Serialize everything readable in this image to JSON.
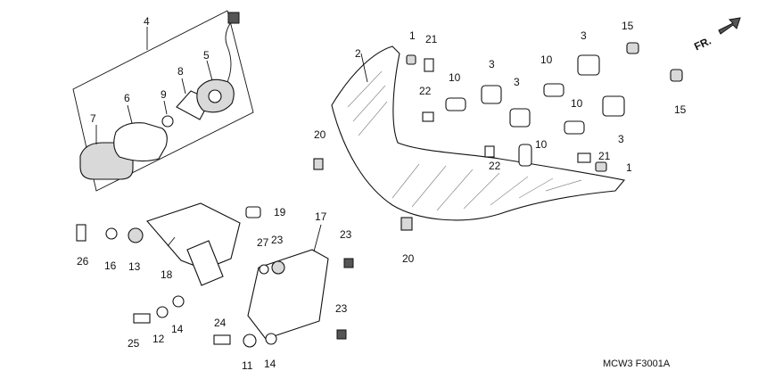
{
  "diagram": {
    "code": "MCW3 F3001A",
    "direction_label": "FR.",
    "callouts": [
      {
        "id": "c1a",
        "text": "1"
      },
      {
        "id": "c1b",
        "text": "1"
      },
      {
        "id": "c2",
        "text": "2"
      },
      {
        "id": "c3a",
        "text": "3"
      },
      {
        "id": "c3b",
        "text": "3"
      },
      {
        "id": "c3c",
        "text": "3"
      },
      {
        "id": "c3d",
        "text": "3"
      },
      {
        "id": "c4",
        "text": "4"
      },
      {
        "id": "c5",
        "text": "5"
      },
      {
        "id": "c6",
        "text": "6"
      },
      {
        "id": "c7",
        "text": "7"
      },
      {
        "id": "c8",
        "text": "8"
      },
      {
        "id": "c9",
        "text": "9"
      },
      {
        "id": "c10a",
        "text": "10"
      },
      {
        "id": "c10b",
        "text": "10"
      },
      {
        "id": "c10c",
        "text": "10"
      },
      {
        "id": "c10d",
        "text": "10"
      },
      {
        "id": "c11",
        "text": "11"
      },
      {
        "id": "c12",
        "text": "12"
      },
      {
        "id": "c13",
        "text": "13"
      },
      {
        "id": "c14a",
        "text": "14"
      },
      {
        "id": "c14b",
        "text": "14"
      },
      {
        "id": "c15a",
        "text": "15"
      },
      {
        "id": "c15b",
        "text": "15"
      },
      {
        "id": "c16",
        "text": "16"
      },
      {
        "id": "c17",
        "text": "17"
      },
      {
        "id": "c18",
        "text": "18"
      },
      {
        "id": "c19",
        "text": "19"
      },
      {
        "id": "c20a",
        "text": "20"
      },
      {
        "id": "c20b",
        "text": "20"
      },
      {
        "id": "c21a",
        "text": "21"
      },
      {
        "id": "c21b",
        "text": "21"
      },
      {
        "id": "c22a",
        "text": "22"
      },
      {
        "id": "c22b",
        "text": "22"
      },
      {
        "id": "c23a",
        "text": "23"
      },
      {
        "id": "c23b",
        "text": "23"
      },
      {
        "id": "c23c",
        "text": "23"
      },
      {
        "id": "c24",
        "text": "24"
      },
      {
        "id": "c25",
        "text": "25"
      },
      {
        "id": "c26",
        "text": "26"
      },
      {
        "id": "c27",
        "text": "27"
      }
    ]
  }
}
